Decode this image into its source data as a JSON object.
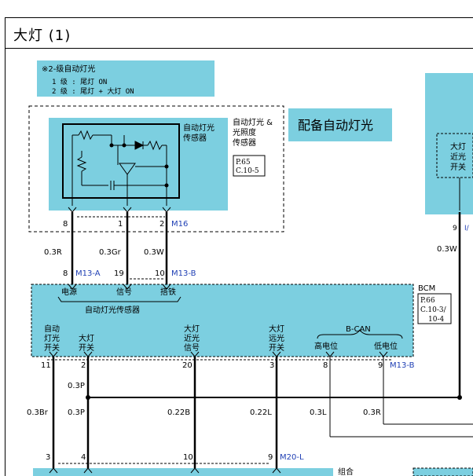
{
  "page": {
    "title": "大灯 (1)"
  },
  "note": {
    "heading": "※2-级自动灯光",
    "line1": "1 级 : 尾灯 ON",
    "line2": "2 级 : 尾灯 + 大灯 ON"
  },
  "sensor": {
    "label_line1": "自动灯光",
    "label_line2": "传感器",
    "side_line1": "自动灯光 &",
    "side_line2": "光照度",
    "side_line3": "传感器",
    "ref_line1": "P.65",
    "ref_line2": "C.10-5",
    "pins": [
      "8",
      "1",
      "2"
    ],
    "connector": "M16"
  },
  "option_label": "配备自动灯光",
  "right_box": {
    "label_line1": "大灯",
    "label_line2": "近光",
    "label_line3": "开关",
    "pin": "9",
    "conn": "I/",
    "wire": "0.3W"
  },
  "wires_top": [
    "0.3R",
    "0.3Gr",
    "0.3W"
  ],
  "bcm_pins_top": [
    {
      "pin": "8",
      "conn": "M13-A"
    },
    {
      "pin": "19",
      "conn": ""
    },
    {
      "pin": "10",
      "conn": "M13-B"
    }
  ],
  "bcm": {
    "name": "BCM",
    "ref_line1": "P.66",
    "ref_line2": "C.10-3/",
    "ref_line3": "10-4",
    "term_power": "电源",
    "term_signal": "信号",
    "term_ground": "搭铁",
    "inner_label": "自动灯光传感器",
    "col_auto": [
      "自动",
      "灯光",
      "开关"
    ],
    "col_head": [
      "大灯",
      "开关"
    ],
    "col_low": [
      "大灯",
      "近光",
      "信号"
    ],
    "col_high": [
      "大灯",
      "远光",
      "开关"
    ],
    "bcan": "B-CAN",
    "bcan_high": "高电位",
    "bcan_low": "低电位"
  },
  "bcm_pins_bottom": [
    {
      "pin": "11"
    },
    {
      "pin": "2"
    },
    {
      "pin": "20"
    },
    {
      "pin": "3"
    },
    {
      "pin": "8"
    },
    {
      "pin": "9",
      "conn": "M13-B"
    }
  ],
  "wires_mid": {
    "w2_top": "0.3P",
    "w11": "0.3Br",
    "w2": "0.3P",
    "w20": "0.22B",
    "w3": "0.22L",
    "w8": "0.3L",
    "w9": "0.3R"
  },
  "bottom_pins": [
    {
      "pin": "3"
    },
    {
      "pin": "4"
    },
    {
      "pin": "10"
    },
    {
      "pin": "9",
      "conn": "M20-L"
    }
  ],
  "bottom_label": "组合",
  "colors": {
    "module": "#7ccfe0",
    "line": "#000000",
    "connector_text": "#1f3fb4",
    "dashed": "#000000"
  }
}
